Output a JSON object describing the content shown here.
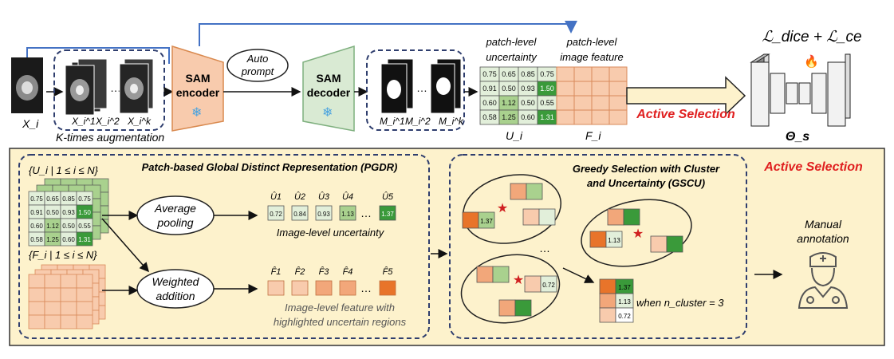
{
  "top": {
    "labels": {
      "xi": "X_i",
      "xi1": "X_i^1",
      "xi2": "X_i^2",
      "xik": "X_i^k",
      "mi1": "M_i^1",
      "mi2": "M_i^2",
      "mik": "M_i^k",
      "k_times": "K-times augmentation",
      "ui": "U_i",
      "fi": "F_i"
    },
    "sam_encoder": {
      "line1": "SAM",
      "line2": "encoder"
    },
    "sam_decoder": {
      "line1": "SAM",
      "line2": "decoder"
    },
    "auto_prompt": {
      "line1": "Auto",
      "line2": "prompt"
    },
    "patch_uncertainty": {
      "line1": "patch-level",
      "line2": "uncertainty"
    },
    "patch_feature": {
      "line1": "patch-level",
      "line2": "image feature"
    },
    "active_selection_arrow": "Active Selection",
    "loss": "ℒ_dice + ℒ_ce",
    "theta": "Θ_s",
    "uncertainty_grid": [
      [
        "0.75",
        "0.65",
        "0.85",
        "0.75"
      ],
      [
        "0.91",
        "0.50",
        "0.93",
        "1.50"
      ],
      [
        "0.60",
        "1.12",
        "0.50",
        "0.55"
      ],
      [
        "0.58",
        "1.25",
        "0.60",
        "1.31"
      ]
    ]
  },
  "bottom": {
    "title": "Active Selection",
    "pgdr": {
      "title": "Patch-based Global Distinct Representation (PGDR)",
      "u_set": "{U_i | 1 ≤ i ≤ N}",
      "f_set": "{F_i | 1 ≤ i ≤ N}",
      "avg_pool": {
        "line1": "Average",
        "line2": "pooling"
      },
      "weighted": {
        "line1": "Weighted",
        "line2": "addition"
      },
      "u_hat_labels": [
        "Û1",
        "Û2",
        "Û3",
        "Û4",
        "Û5"
      ],
      "u_hat_values": [
        "0.72",
        "0.84",
        "0.93",
        "1.13",
        "1.37"
      ],
      "f_hat_labels": [
        "F̂1",
        "F̂2",
        "F̂3",
        "F̂4",
        "F̂5"
      ],
      "ellipsis": "…",
      "image_level_uncertainty": "Image-level uncertainty",
      "image_level_feature": {
        "line1": "Image-level feature with",
        "line2": "highlighted uncertain regions"
      }
    },
    "gscu": {
      "title": {
        "line1": "Greedy Selection with Cluster",
        "line2": "and Uncertainty (GSCU)"
      },
      "cluster_values": [
        "1.37",
        "1.13",
        "0.72"
      ],
      "when": "when n_cluster = 3",
      "dots": "…"
    },
    "manual": {
      "line1": "Manual",
      "line2": "annotation"
    }
  },
  "colors": {
    "orange_dark": "#e8742a",
    "orange_mid": "#f2a77a",
    "orange_light": "#f8cbad",
    "green_dark": "#3a9a3a",
    "green_mid": "#a9d18e",
    "green_light": "#e2efda",
    "panel_bg": "#fdf2cc",
    "red_text": "#e02020",
    "blue_arrow": "#4472c4"
  }
}
